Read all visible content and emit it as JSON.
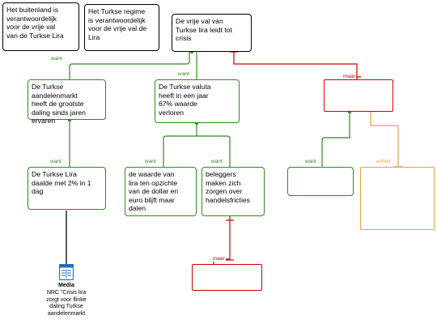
{
  "nodes": {
    "n_buitenland": "Het buitenland is\nverantwoordelijk\nvoor de vrije val\nvan de Turkse Lira",
    "n_regime": "Het Turkse regime\nis verantwoordelijk\nvoor de vrije val de\nLira",
    "n_claim": "De vrije val van\nTurkse lira leidt tot\ncrisis",
    "n_aandelen": "De Turkse\naandelenmarkt\nheeft de grootste\ndaling sinds jaren\nervaren",
    "n_valuta": "De Turkse valuta\nheeft in een jaar\n67%  waarde\nverloren",
    "n_lira2": "De Turkse Lira\ndaalde met 2% in 1\ndag",
    "n_dollar": "de waarde van\nlira ten opzichte\nvan de dollar en\neuro blijft maar\ndalen",
    "n_beleggers": "beleggers\nmaken zich\nzorgen over\nhandelsfricties",
    "n_empty_red1": "",
    "n_empty_green": "",
    "n_empty_orange": "",
    "n_empty_red2": ""
  },
  "labels": {
    "want": "want",
    "maar": "maar",
    "echter": "echter"
  },
  "media": {
    "title": "Media",
    "text": "NRC \"Crisis lira\nzorgt voor flinke\ndaling Turkse\naandelenmarkt",
    "icon": "document-icon"
  },
  "colors": {
    "support": "#2e8b1e",
    "rebuttal": "#d00000",
    "however": "#e8a03a",
    "media_icon": "#1f6fb8"
  }
}
